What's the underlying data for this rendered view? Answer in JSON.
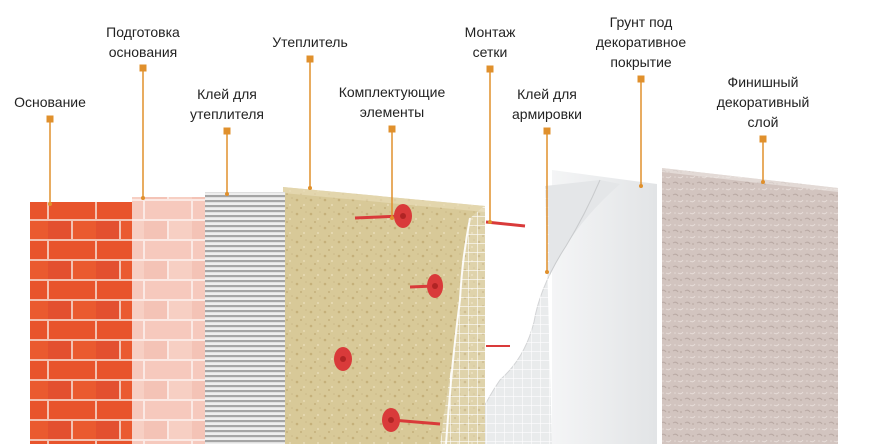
{
  "colors": {
    "leader": "#e0902c",
    "brick": "#e8532c",
    "mortar": "#f3c9bb",
    "insulation": "#d6c596",
    "dowel": "#d93a3a",
    "stucco": "#cfc1bb"
  },
  "layers": [
    {
      "id": "base",
      "label_lines": [
        "Основание"
      ]
    },
    {
      "id": "base-prep",
      "label_lines": [
        "Подготовка",
        "основания"
      ]
    },
    {
      "id": "insulation-glue",
      "label_lines": [
        "Клей для",
        "утеплителя"
      ]
    },
    {
      "id": "insulation",
      "label_lines": [
        "Утеплитель"
      ]
    },
    {
      "id": "fasteners",
      "label_lines": [
        "Комплектующие",
        "элементы"
      ]
    },
    {
      "id": "mesh",
      "label_lines": [
        "Монтаж",
        "сетки"
      ]
    },
    {
      "id": "reinforcement-glue",
      "label_lines": [
        "Клей для",
        "армировки"
      ]
    },
    {
      "id": "primer",
      "label_lines": [
        "Грунт под",
        "декоративное",
        "покрытие"
      ]
    },
    {
      "id": "finish",
      "label_lines": [
        "Финишный",
        "декоративный",
        "слой"
      ]
    }
  ]
}
